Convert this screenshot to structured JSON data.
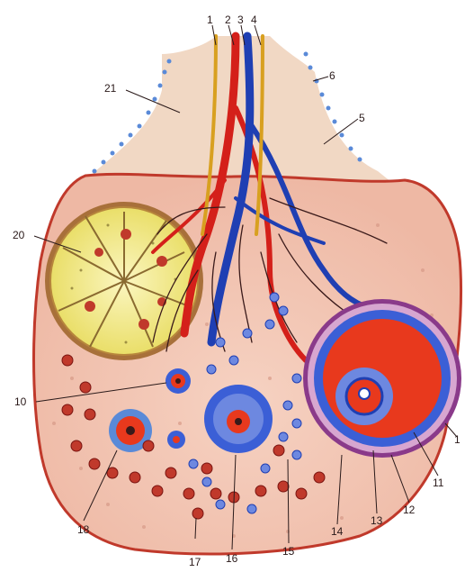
{
  "labels": {
    "l1": "1",
    "l2": "2",
    "l3": "3",
    "l4": "4",
    "l5": "5",
    "l6": "6",
    "l7": "1",
    "l10": "10",
    "l11": "11",
    "l12": "12",
    "l13": "13",
    "l14": "14",
    "l15": "15",
    "l16": "16",
    "l17": "17",
    "l18": "18",
    "l20": "20",
    "l21": "21"
  },
  "colors": {
    "stroma": "#f3c8b6",
    "tissue": "#f4dcc8",
    "capsule": "#c0392b",
    "artery": "#d4201a",
    "vein": "#1f3fb3",
    "nerve": "#d8a020",
    "corpus_luteum": "#f3ec8a",
    "follicle_fluid": "#e8391d",
    "granulosa": "#3b5fd6",
    "epithelium": "#5a8ad8"
  }
}
